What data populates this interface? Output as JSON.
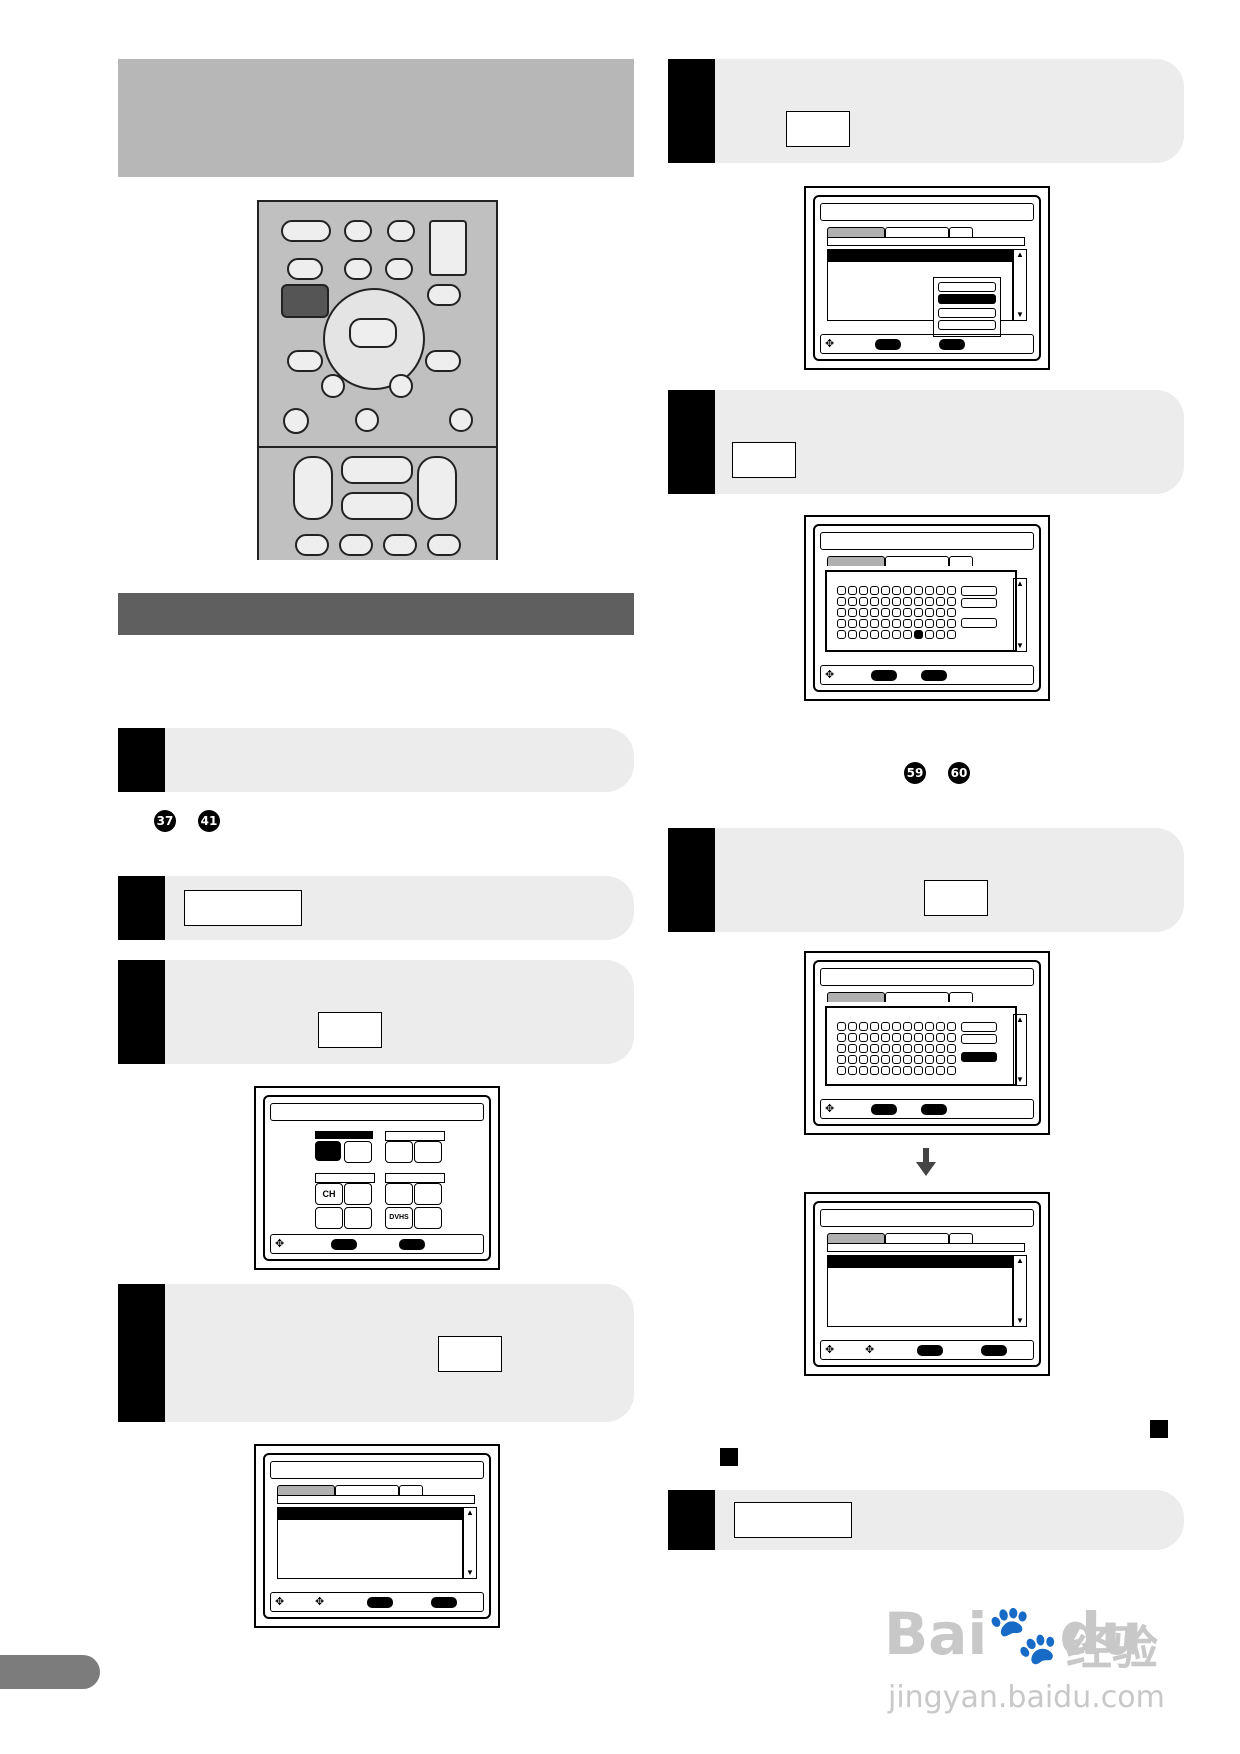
{
  "page": {
    "callout_numbers": [
      "37",
      "41",
      "59",
      "60"
    ],
    "watermark_latin": "Bai",
    "watermark_du": "du",
    "watermark_cjk": "经验",
    "watermark_url": "jingyan.baidu.com"
  },
  "screens": {
    "menu_icon_labels": [
      "CH",
      "DVHS"
    ],
    "scroll_up": "▲",
    "scroll_down": "▼"
  },
  "colors": {
    "header_grey": "#b7b7b7",
    "section_bar": "#5f5f5f",
    "step_bg": "#ececec",
    "remote_body": "#c0c0c0"
  },
  "icons": [
    "remote-control-icon",
    "down-arrow-icon",
    "nav-pad-icon",
    "filled-square-icon",
    "paw-icon"
  ]
}
